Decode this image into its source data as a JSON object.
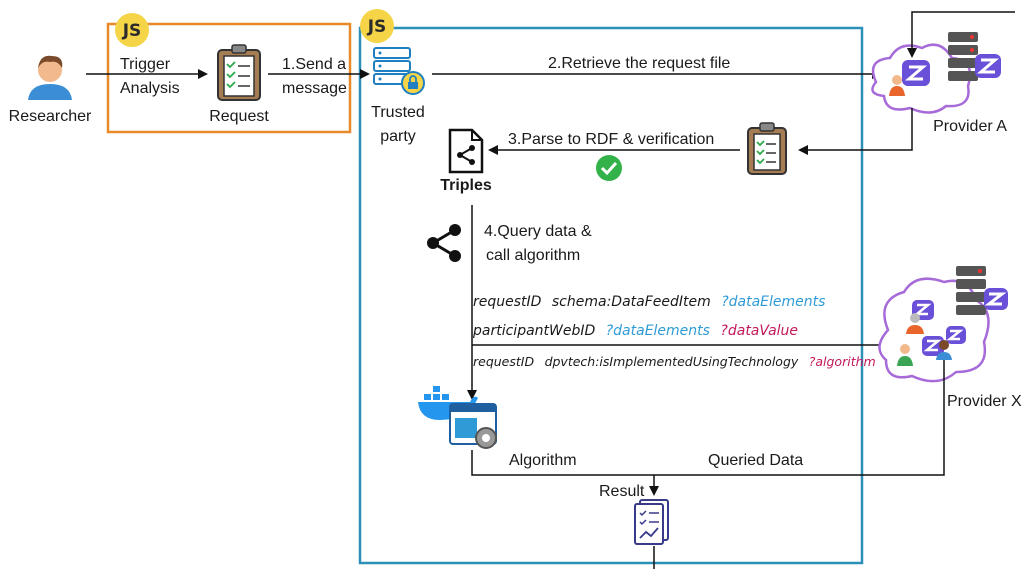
{
  "badges": {
    "js_left": "JS",
    "js_trusted": "JS"
  },
  "actors": {
    "researcher": "Researcher",
    "request": "Request",
    "trusted_line1": "Trusted",
    "trusted_line2": "party",
    "triples": "Triples",
    "provider_a": "Provider A",
    "provider_x": "Provider X",
    "algorithm": "Algorithm",
    "result": "Result"
  },
  "steps": {
    "trigger_line1": "Trigger",
    "trigger_line2": "Analysis",
    "send_line1": "1.Send a",
    "send_line2": "message",
    "retrieve": "2.Retrieve the request file",
    "parse": "3.Parse to RDF & verification",
    "query_line1": "4.Query data &",
    "query_line2": "call algorithm",
    "queried_data": "Queried Data"
  },
  "query": {
    "row1": {
      "a": "requestID",
      "b": "schema:DataFeedItem",
      "c": "?dataElements"
    },
    "row2": {
      "a": "participantWebID",
      "b": "?dataElements",
      "c": "?dataValue"
    },
    "row3": {
      "a": "requestID",
      "b": "dpvtech:isImplementedUsingTechnology",
      "c": "?algorithm"
    }
  },
  "colors": {
    "orange_box": "#e8892b",
    "trusted_box": "#2b8fb8",
    "js_badge": "#f5d547",
    "solid_purple": "#6a4fd8",
    "cloud": "#a66bd8",
    "check": "#33b24a",
    "var_blue": "#2e9bd6",
    "var_pink": "#c2185b"
  },
  "icons": [
    "person-icon",
    "clipboard-icon",
    "server-lock-icon",
    "triples-doc-icon",
    "share-icon",
    "check-icon",
    "docker-icon",
    "gear-icon",
    "cloud-icon",
    "server-stack-icon",
    "report-icon"
  ]
}
